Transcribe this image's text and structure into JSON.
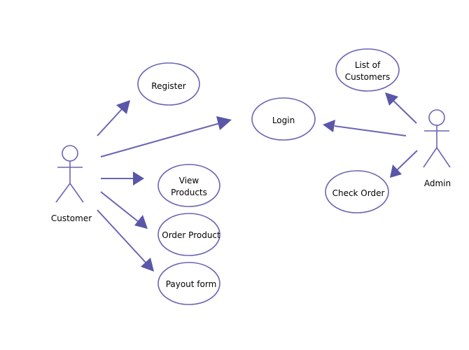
{
  "diagram": {
    "actors": {
      "customer": "Customer",
      "admin": "Admin"
    },
    "use_cases": {
      "register": [
        "Register"
      ],
      "login": [
        "Login"
      ],
      "view_products": [
        "View",
        "Products"
      ],
      "order_product": [
        "Order Product"
      ],
      "payout_form": [
        "Payout form"
      ],
      "list_customers": [
        "List of",
        "Customers"
      ],
      "check_order": [
        "Check Order"
      ]
    },
    "associations": [
      {
        "from": "Customer",
        "to": "Register"
      },
      {
        "from": "Customer",
        "to": "Login"
      },
      {
        "from": "Customer",
        "to": "View Products"
      },
      {
        "from": "Customer",
        "to": "Order Product"
      },
      {
        "from": "Customer",
        "to": "Payout form"
      },
      {
        "from": "Admin",
        "to": "Login"
      },
      {
        "from": "Admin",
        "to": "List of Customers"
      },
      {
        "from": "Admin",
        "to": "Check Order"
      }
    ],
    "colors": {
      "stroke": "#6a64b4",
      "arrowhead": "#5a56a8",
      "text": "#000000"
    }
  }
}
